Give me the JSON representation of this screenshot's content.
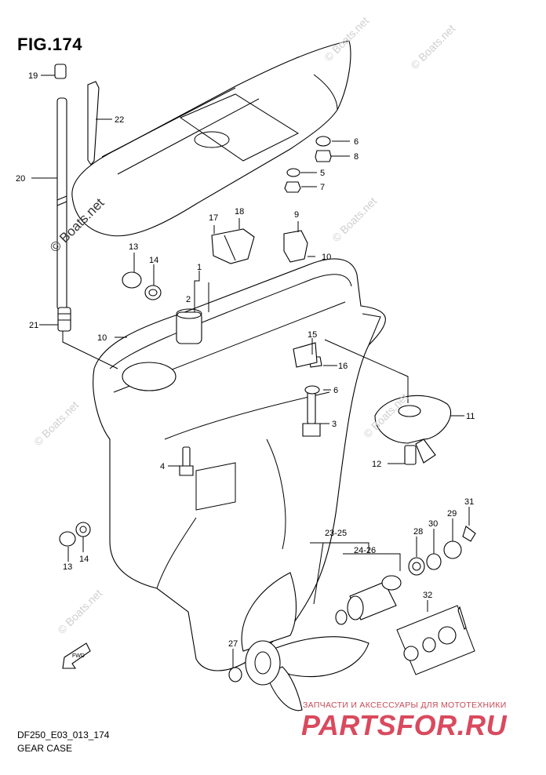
{
  "figure": {
    "title": "FIG.174",
    "code": "DF250_E03_013_174",
    "caption": "GEAR CASE"
  },
  "watermarks": [
    "© Boats.net",
    "© Boats.net",
    "© Boats.net",
    "© Boats.net",
    "© Boats.net",
    "© Boats.net",
    "© Boats.net"
  ],
  "shop": {
    "tagline": "ЗАПЧАСТИ И АКСЕССУАРЫ ДЛЯ МОТОТЕХНИКИ",
    "logo": "PARTSFOR.RU",
    "logo_color": "#d94a5e"
  },
  "fwd_label": "FWD",
  "callouts": [
    "19",
    "22",
    "20",
    "6",
    "8",
    "5",
    "7",
    "17",
    "18",
    "9",
    "13",
    "14",
    "1",
    "2",
    "10",
    "21",
    "10",
    "15",
    "16",
    "6",
    "3",
    "11",
    "4",
    "12",
    "13",
    "14",
    "23-25",
    "24-26",
    "28",
    "30",
    "29",
    "31",
    "32",
    "27"
  ]
}
